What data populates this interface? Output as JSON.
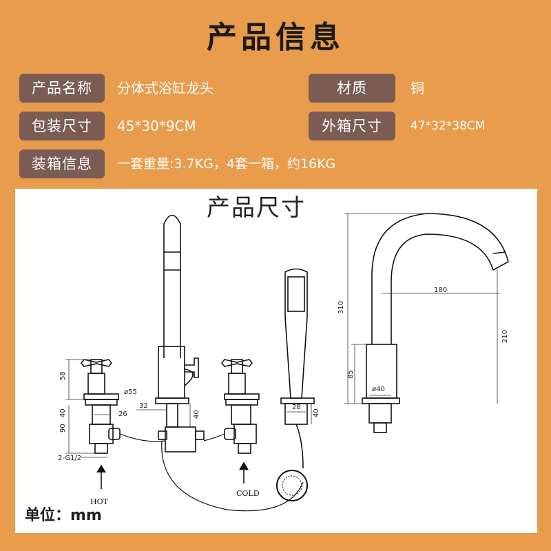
{
  "title": "产品信息",
  "info": {
    "product_name_label": "产品名称",
    "product_name_value": "分体式浴缸龙头",
    "material_label": "材质",
    "material_value": "铜",
    "package_size_label": "包装尺寸",
    "package_size_value": "45*30*9CM",
    "carton_size_label": "外箱尺寸",
    "carton_size_value": "47*32*38CM",
    "packing_info_label": "装箱信息",
    "packing_info_value": "一套重量:3.7KG，4套一箱，约16KG"
  },
  "drawing": {
    "title": "产品尺寸",
    "unit": "单位：mm",
    "hot_label": "HOT",
    "cold_label": "COLD",
    "dims": {
      "d58": "58",
      "d55": "ø55",
      "d40a": "40",
      "d26": "26",
      "d90": "90",
      "thread": "2-G1/2",
      "d32": "32",
      "d40b": "40",
      "d28": "28",
      "d40c": "40",
      "d310": "310",
      "d180": "180",
      "d210": "210",
      "d85": "85",
      "d40d": "ø40"
    }
  },
  "colors": {
    "background": "#E89C4C",
    "label_bg": "#7A5C55",
    "panel": "#FFFFFF"
  }
}
